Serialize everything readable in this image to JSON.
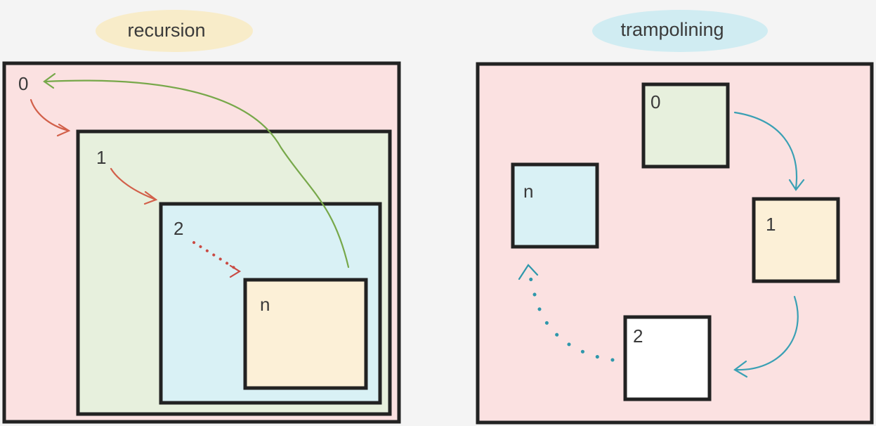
{
  "colors": {
    "outer_fill": "#fbe1e1",
    "green": "#e7f0dd",
    "blue": "#d9f1f5",
    "yellow": "#fcf0d7",
    "white": "#ffffff",
    "border": "#222222",
    "title_recursion_bg": "#f8ecc9",
    "title_trampolining_bg": "#d0ecf2",
    "arrow_red": "#d2604a",
    "arrow_green": "#77a84a",
    "arrow_teal": "#3aa0b4"
  },
  "recursion": {
    "title": "recursion",
    "frames": [
      "0",
      "1",
      "2",
      "n"
    ]
  },
  "trampolining": {
    "title": "trampolining",
    "frames": [
      "0",
      "1",
      "2",
      "n"
    ]
  }
}
